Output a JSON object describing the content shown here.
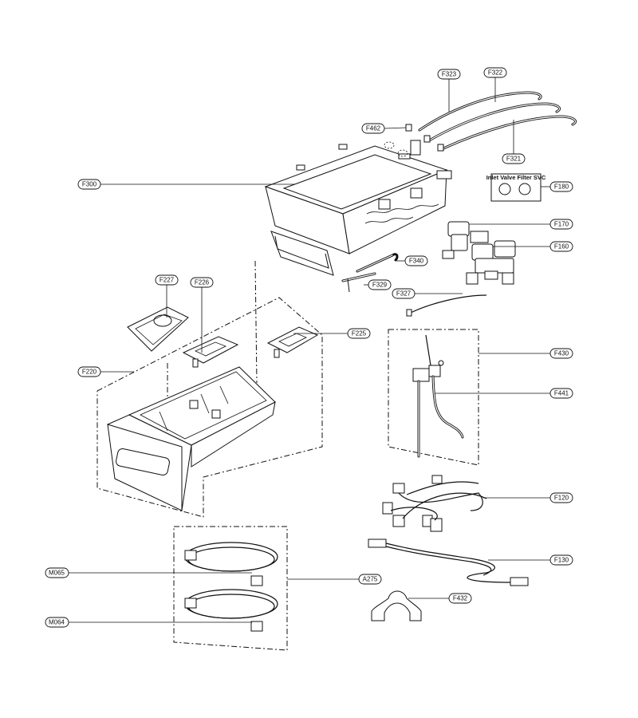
{
  "labels": {
    "f323": "F323",
    "f322": "F322",
    "f462": "F462",
    "f321": "F321",
    "f300": "F300",
    "f180": "F180",
    "f170": "F170",
    "f160": "F160",
    "f340": "F340",
    "f329": "F329",
    "f327": "F327",
    "f227": "F227",
    "f226": "F226",
    "f225": "F225",
    "f220": "F220",
    "f430": "F430",
    "f441": "F441",
    "f120": "F120",
    "f130": "F130",
    "f432": "F432",
    "a275": "A275",
    "m065": "M065",
    "m064": "M064"
  },
  "inlet_sign": {
    "title": "Inlet Valve Filter SVC"
  }
}
